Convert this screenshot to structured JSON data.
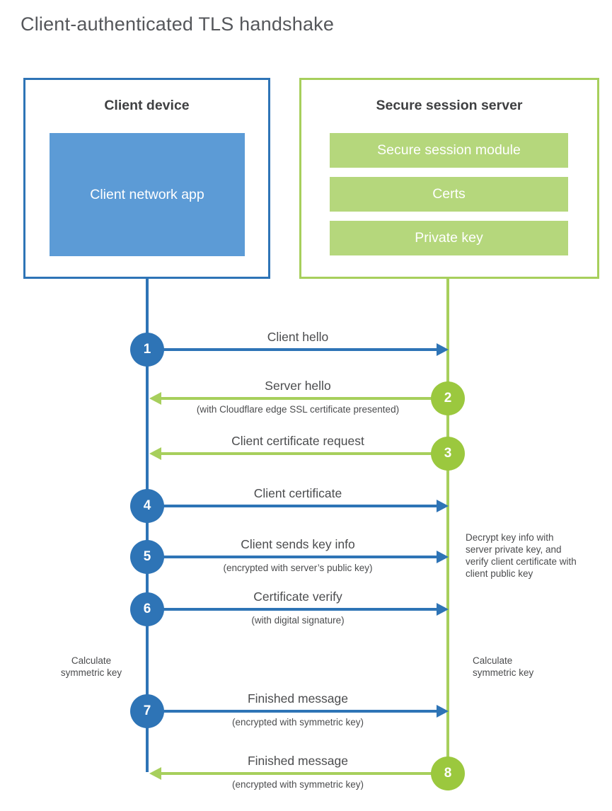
{
  "title": "Client-authenticated TLS handshake",
  "colors": {
    "blue": "#2e74b6",
    "blue_light": "#5c9bd6",
    "green": "#a7cf5c",
    "green_light": "#b5d77c",
    "green_circle": "#9bc83e",
    "text_dark": "#3f4042",
    "text_gray": "#4b4c4e",
    "title_gray": "#55575b"
  },
  "client_box": {
    "title": "Client device",
    "app_label": "Client network app"
  },
  "server_box": {
    "title": "Secure session server",
    "modules": [
      {
        "label": "Secure session module"
      },
      {
        "label": "Certs"
      },
      {
        "label": "Private key"
      }
    ]
  },
  "steps": [
    {
      "number": "1",
      "label": "Client hello",
      "sublabel": "",
      "from": "client",
      "to": "server"
    },
    {
      "number": "2",
      "label": "Server hello",
      "sublabel": "(with Cloudflare edge SSL certificate presented)",
      "from": "server",
      "to": "client"
    },
    {
      "number": "3",
      "label": "Client certificate request",
      "sublabel": "",
      "from": "server",
      "to": "client"
    },
    {
      "number": "4",
      "label": "Client certificate",
      "sublabel": "",
      "from": "client",
      "to": "server"
    },
    {
      "number": "5",
      "label": "Client sends key info",
      "sublabel": "(encrypted with server’s public key)",
      "from": "client",
      "to": "server"
    },
    {
      "number": "6",
      "label": "Certificate verify",
      "sublabel": "(with digital signature)",
      "from": "client",
      "to": "server"
    },
    {
      "number": "7",
      "label": "Finished message",
      "sublabel": "(encrypted with symmetric key)",
      "from": "client",
      "to": "server"
    },
    {
      "number": "8",
      "label": "Finished message",
      "sublabel": "(encrypted with symmetric key)",
      "from": "server",
      "to": "client"
    }
  ],
  "notes": {
    "server_decrypt": "Decrypt key info with server private key, and verify client certificate with client public key",
    "client_calc": "Calculate symmetric key",
    "server_calc": "Calculate symmetric key"
  }
}
